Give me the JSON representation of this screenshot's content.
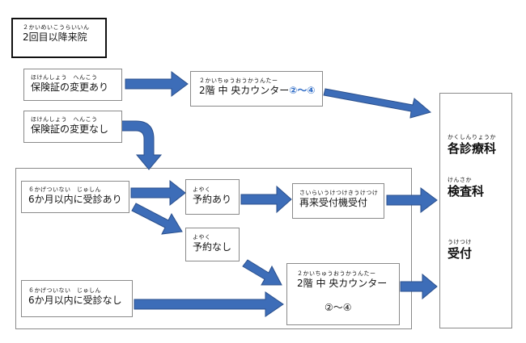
{
  "title_box": {
    "ruby": "２かいめいこうらいいん",
    "text": "2回目以降来院"
  },
  "insurance_changed": {
    "ruby": "ほけんしょう　へんこう",
    "text": "保険証の変更あり"
  },
  "insurance_unchanged": {
    "ruby": "ほけんしょう　へんこう",
    "text": "保険証の変更なし"
  },
  "counter_top": {
    "ruby": "２かいちゅうおうかうんたー",
    "text": "2階 中 央カウンター",
    "num": "②～④"
  },
  "consult_within_6m": {
    "ruby": "６かげついない　じゅしん",
    "text": "6か月以内に受診あり"
  },
  "reservation_yes": {
    "ruby": "よやく",
    "text": "予約あり"
  },
  "reservation_no": {
    "ruby": "よやく",
    "text": "予約なし"
  },
  "reentry_machine": {
    "ruby": "さいらいうけつけきうけつけ",
    "text": "再来受付機受付"
  },
  "counter_bottom": {
    "ruby": "２かいちゅうおうかうんたー",
    "text": "2階 中 央カウンター",
    "num": "②～④"
  },
  "no_consult_6m": {
    "ruby": "６かげついない　じゅしん",
    "text": "6か月以内に受診なし"
  },
  "destinations": {
    "dept_ruby": "かくしんりょうか",
    "dept": "各診療科",
    "lab_ruby": "けんさか",
    "lab": "検査科",
    "reception_ruby": "うけつけ",
    "reception": "受付"
  },
  "colors": {
    "arrow": "#3d6db8",
    "arrow_stroke": "#2a4f8c",
    "accent_text": "#2f6cc6",
    "border": "#8a8a8a"
  }
}
